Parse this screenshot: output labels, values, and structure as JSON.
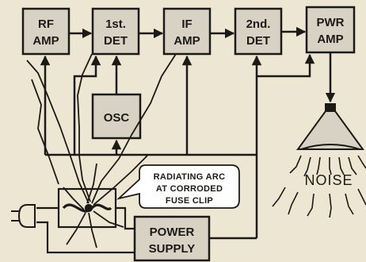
{
  "blocks": {
    "rf_amp": [
      "RF",
      "AMP"
    ],
    "first_det": [
      "1st.",
      "DET"
    ],
    "if_amp": [
      "IF",
      "AMP"
    ],
    "second_det": [
      "2nd.",
      "DET"
    ],
    "pwr_amp": [
      "PWR",
      "AMP"
    ],
    "osc": [
      "OSC"
    ],
    "power_supply": [
      "POWER",
      "SUPPLY"
    ]
  },
  "callout": [
    "RADIATING ARC",
    "AT CORRODED",
    "FUSE CLIP"
  ],
  "speaker_label": "NOISE",
  "colors": {
    "background": "#ece6d2",
    "block_fill": "#d7d2c4",
    "ink": "#1c1a17",
    "callout_fill": "#ffffff"
  }
}
